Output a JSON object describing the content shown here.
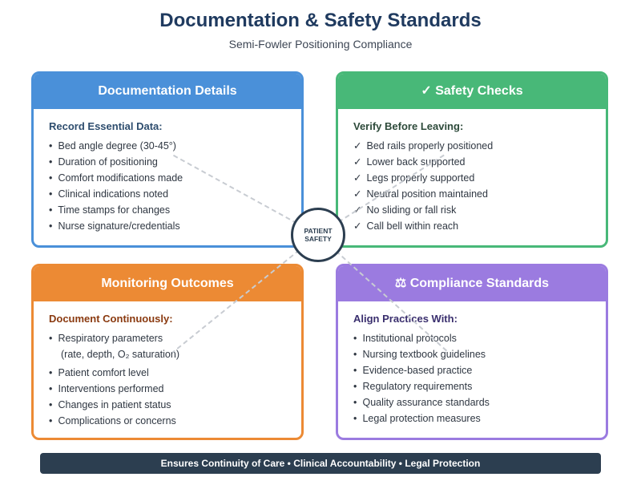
{
  "header": {
    "title": "Documentation & Safety Standards",
    "subtitle": "Semi-Fowler Positioning Compliance"
  },
  "colors": {
    "documentation": "#4a90d9",
    "safety": "#48b878",
    "monitoring": "#ec8a34",
    "compliance": "#9b7be0",
    "dark": "#2c3e50"
  },
  "cards": {
    "documentation": {
      "title": "Documentation Details",
      "subtitle": "Record Essential Data:",
      "items": [
        "Bed angle degree (30-45°)",
        "Duration of positioning",
        "Comfort modifications made",
        "Clinical indications noted",
        "Time stamps for changes",
        "Nurse signature/credentials"
      ]
    },
    "safety": {
      "icon": "check-icon",
      "title": "✓ Safety Checks",
      "subtitle": "Verify Before Leaving:",
      "items": [
        "Bed rails properly positioned",
        "Lower back supported",
        "Legs properly supported",
        "Neutral position maintained",
        "No sliding or fall risk",
        "Call bell within reach"
      ]
    },
    "monitoring": {
      "title": "Monitoring Outcomes",
      "subtitle": "Document Continuously:",
      "items": [
        "Respiratory parameters",
        "Patient comfort level",
        "Interventions performed",
        "Changes in patient status",
        "Complications or concerns"
      ],
      "item_note": "(rate, depth, O₂ saturation)"
    },
    "compliance": {
      "icon": "scales-icon",
      "title": "⚖ Compliance Standards",
      "subtitle": "Align Practices With:",
      "items": [
        "Institutional protocols",
        "Nursing textbook guidelines",
        "Evidence-based practice",
        "Regulatory requirements",
        "Quality assurance standards",
        "Legal protection measures"
      ]
    }
  },
  "center": {
    "line1": "PATIENT",
    "line2": "SAFETY"
  },
  "footer": {
    "text": "Ensures Continuity of Care • Clinical Accountability • Legal Protection"
  }
}
